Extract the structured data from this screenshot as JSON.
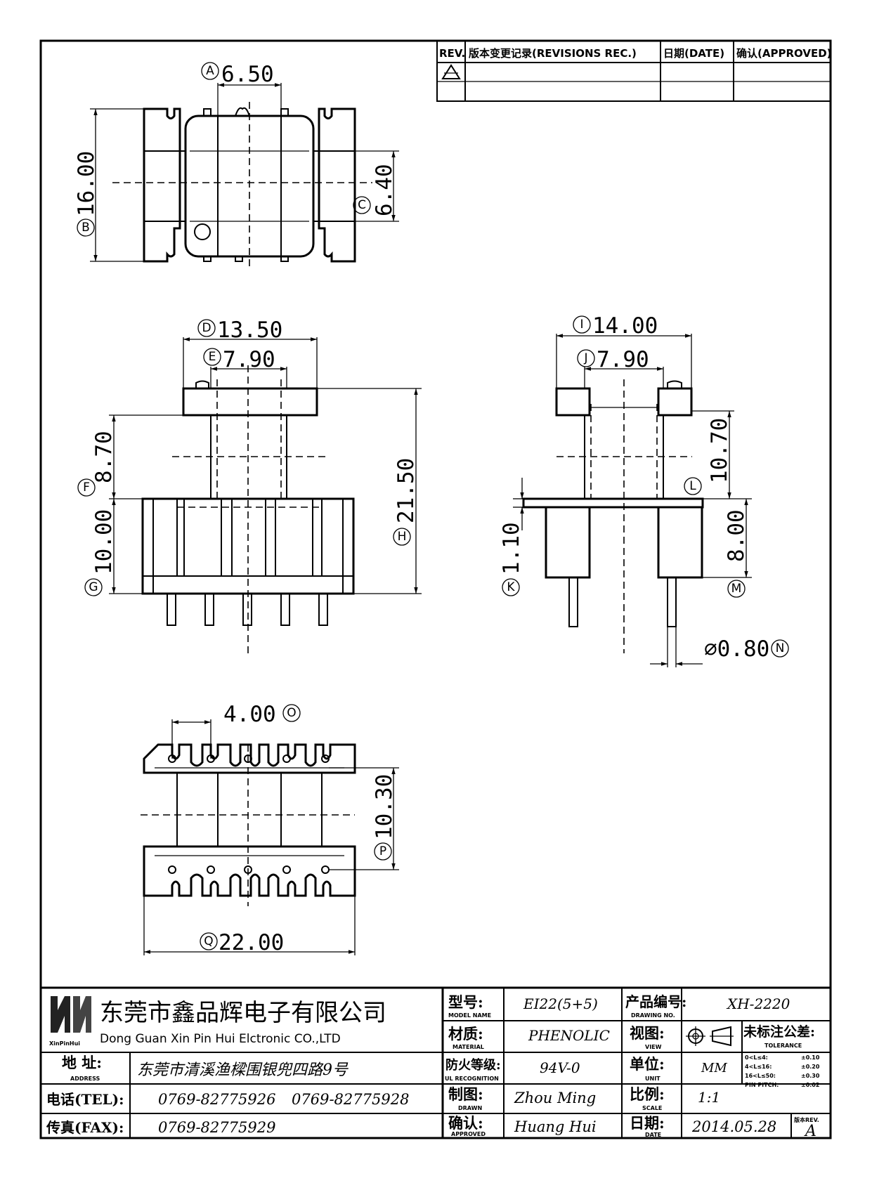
{
  "revision_table": {
    "headers": {
      "rev": "REV.",
      "record": "版本变更记录(REVISIONS REC.)",
      "date": "日期(DATE)",
      "approved": "确认(APPROVED)"
    }
  },
  "dimensions": {
    "A": {
      "letter": "A",
      "value": "6.50"
    },
    "B": {
      "letter": "B",
      "value": "16.00"
    },
    "C": {
      "letter": "C",
      "value": "6.40"
    },
    "D": {
      "letter": "D",
      "value": "13.50"
    },
    "E": {
      "letter": "E",
      "value": "7.90"
    },
    "F": {
      "letter": "F",
      "value": "8.70"
    },
    "G": {
      "letter": "G",
      "value": "10.00"
    },
    "H": {
      "letter": "H",
      "value": "21.50"
    },
    "I": {
      "letter": "I",
      "value": "14.00"
    },
    "J": {
      "letter": "J",
      "value": "7.90"
    },
    "K": {
      "letter": "K",
      "value": "1.10"
    },
    "L": {
      "letter": "L",
      "value": "10.70"
    },
    "M": {
      "letter": "M",
      "value": "8.00"
    },
    "N": {
      "letter": "N",
      "value": "⌀0.80"
    },
    "O": {
      "letter": "O",
      "value": "4.00"
    },
    "P": {
      "letter": "P",
      "value": "10.30"
    },
    "Q": {
      "letter": "Q",
      "value": "22.00"
    }
  },
  "title_block": {
    "logo_text": "XinPinHui",
    "company_cn": "东莞市鑫品辉电子有限公司",
    "company_en": "Dong Guan Xin Pin Hui Elctronic CO.,LTD",
    "address_label": "地 址:",
    "address_label_en": "ADDRESS",
    "address": "东莞市清溪渔樑围银兜四路9号",
    "tel_label": "电话(TEL):",
    "tel1": "0769-82775926",
    "tel2": "0769-82775928",
    "fax_label": "传真(FAX):",
    "fax": "0769-82775929",
    "model_label": "型号:",
    "model_label_en": "MODEL NAME",
    "model": "EI22(5+5)",
    "material_label": "材质:",
    "material_label_en": "MATERIAL",
    "material": "PHENOLIC",
    "flame_label": "防火等级:",
    "flame_label_en": "UL RECOGNITION",
    "flame": "94V-0",
    "drawn_label": "制图:",
    "drawn_label_en": "DRAWN",
    "drawn": "Zhou Ming",
    "approved_label": "确认:",
    "approved_label_en": "APPROVED",
    "approved": "Huang Hui",
    "drawing_no_label": "产品编号:",
    "drawing_no_label_en": "DRAWING NO.",
    "drawing_no": "XH-2220",
    "view_label": "视图:",
    "view_label_en": "VIEW",
    "unit_label": "单位:",
    "unit_label_en": "UNIT",
    "unit": "MM",
    "scale_label": "比例:",
    "scale_label_en": "SCALE",
    "scale": "1:1",
    "date_label": "日期:",
    "date_label_en": "DATE",
    "date": "2014.05.28",
    "tolerance_label": "未标注公差:",
    "tolerance_label_en": "TOLERANCE",
    "tolerances": [
      {
        "range": "0<L≤4:",
        "value": "±0.10"
      },
      {
        "range": "4<L≤16:",
        "value": "±0.20"
      },
      {
        "range": "16<L≤50:",
        "value": "±0.30"
      },
      {
        "range": "PIN PITCH:",
        "value": "±0.02"
      }
    ],
    "rev_label": "版本REV.",
    "rev": "A"
  }
}
